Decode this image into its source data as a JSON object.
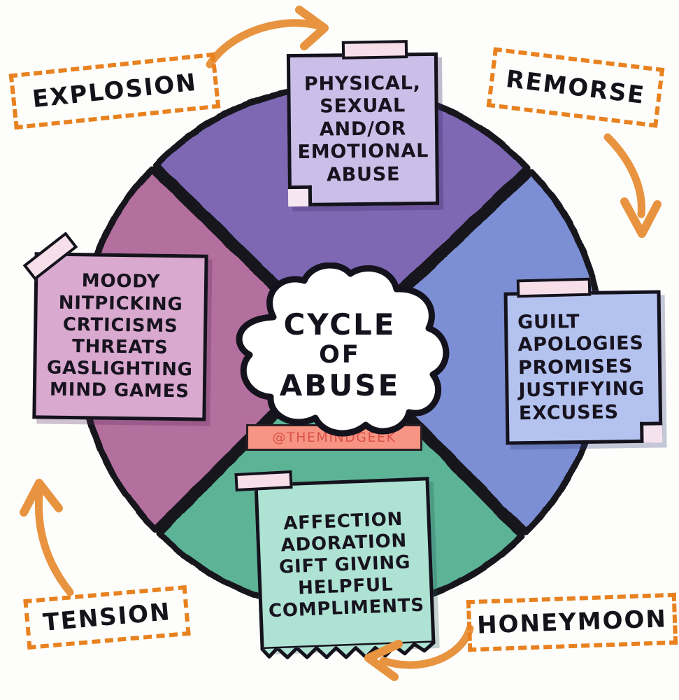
{
  "diagram": {
    "title": "CYCLE OF ABUSE",
    "center": {
      "line1": "CYCLE",
      "line2": "OF",
      "line3": "ABUSE"
    },
    "watermark": "@THEMINDGEEK",
    "background_color": "#fdfdfb",
    "accent_color": "#e8811f",
    "outline_color": "#14121c"
  },
  "stage_labels": {
    "explosion": "EXPLOSION",
    "remorse": "REMORSE",
    "tension": "TENSION",
    "honeymoon": "HONEYMOON"
  },
  "notes": {
    "explosion": {
      "position": "top",
      "segment_color": "#7e68b4",
      "note_color": "#cbbee8",
      "lines": [
        "PHYSICAL,",
        "SEXUAL",
        "AND/OR",
        "EMOTIONAL",
        "ABUSE"
      ]
    },
    "remorse": {
      "position": "right",
      "segment_color": "#7b8fd4",
      "note_color": "#b4c2ef",
      "lines": [
        "GUILT",
        "APOLOGIES",
        "PROMISES",
        "JUSTIFYING",
        "EXCUSES"
      ]
    },
    "honeymoon": {
      "position": "bottom",
      "segment_color": "#5bb396",
      "note_color": "#aee2d2",
      "lines": [
        "AFFECTION",
        "ADORATION",
        "GIFT GIVING",
        "HELPFUL",
        "COMPLIMENTS"
      ]
    },
    "tension": {
      "position": "left",
      "segment_color": "#a8578f",
      "note_color": "#d9a9cf",
      "lines": [
        "MOODY",
        "NITPICKING",
        "CRTICISMS",
        "THREATS",
        "GASLIGHTING",
        "MIND GAMES"
      ]
    }
  },
  "arrows": [
    {
      "name": "tension-to-explosion",
      "from": "TENSION",
      "to": "EXPLOSION",
      "direction": "up",
      "location": "left"
    },
    {
      "name": "explosion-to-remorse",
      "from": "EXPLOSION",
      "to": "REMORSE",
      "direction": "right",
      "location": "top"
    },
    {
      "name": "remorse-to-honeymoon",
      "from": "REMORSE",
      "to": "HONEYMOON",
      "direction": "down",
      "location": "right"
    },
    {
      "name": "honeymoon-to-tension",
      "from": "HONEYMOON",
      "to": "TENSION",
      "direction": "left",
      "location": "bottom"
    }
  ]
}
